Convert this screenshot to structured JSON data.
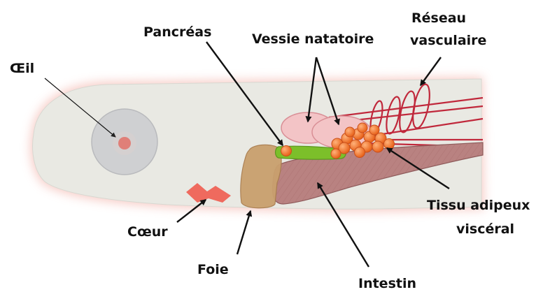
{
  "labels": {
    "oeil": "Œil",
    "pancreas": "Pancréas",
    "vessie": "Vessie natatoire",
    "reseau_line1": "Réseau",
    "reseau_line2": "vasculaire",
    "coeur": "Cœur",
    "foie": "Foie",
    "intestin": "Intestin",
    "tissu_line1": "Tissu adipeux",
    "tissu_line2": "viscéral"
  },
  "colors": {
    "body": "#e9e9e3",
    "body_glow": "#f6c9c3",
    "eye": "#cfd0d2",
    "pupil": "#e07f78",
    "swim_bladder": "#f3c4c6",
    "vascular": "#c0283b",
    "pancreas": "#7cbf2a",
    "fat": "#f07a2a",
    "liver": "#c9a06e",
    "intestine": "#b98281",
    "heart": "#ef6a5e",
    "text": "#111111"
  }
}
